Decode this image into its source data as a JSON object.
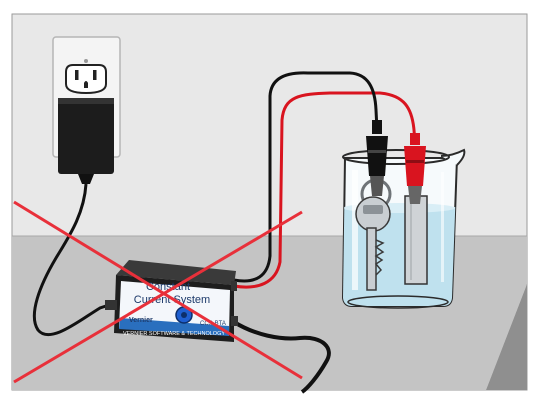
{
  "device": {
    "title_line1": "Constant",
    "title_line2": "Current System",
    "brand": "Vernier",
    "model": "CCS-BTA",
    "footer": "VERNIER SOFTWARE & TECHNOLOGY"
  },
  "colors": {
    "wall": "#e8e8e8",
    "table_top": "#c4c4c4",
    "table_front": "#8f8f8f",
    "red_wire": "#d9141f",
    "black_wire": "#111111",
    "cross": "#e8303a",
    "water": "#bfe1ee",
    "knob": "#1f5fd0",
    "device_panel": "#f4f7fb",
    "footer_band": "#2a6fbe"
  },
  "icons": {
    "outlet": "wall-outlet-icon",
    "adapter": "power-adapter-icon",
    "device": "current-source-box",
    "beaker": "beaker-icon",
    "key": "key-icon",
    "electrode": "metal-strip-electrode",
    "cross": "cross-out-mark"
  }
}
